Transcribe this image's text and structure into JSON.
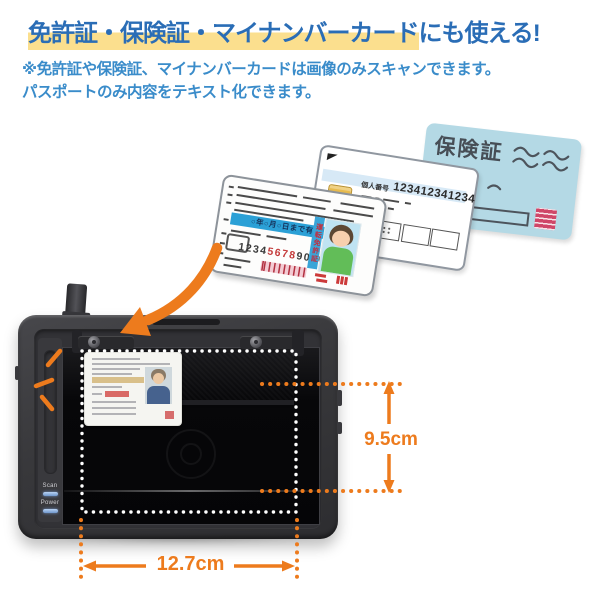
{
  "colors": {
    "accent_orange": "#ed7b1d",
    "headline_blue": "#2a6db6",
    "note_blue": "#3a8cca",
    "highlight_yellow": "#fbdf8e",
    "led_blue": "#8fb7e8",
    "insurance_card_blue": "#b4d9e5",
    "license_band_cyan": "#2ba0d6"
  },
  "header": {
    "headline_highlighted": "免許証・保険証・マイナンバーカード",
    "headline_suffix": "にも使える!",
    "note_line1": "※免許証や保険証、マイナンバーカードは画像のみスキャンできます。",
    "note_line2": "パスポートのみ内容をテキスト化できます。"
  },
  "cards": {
    "insurance": {
      "title": "保険証"
    },
    "mynumber": {
      "label": "個人番号",
      "number": "123412341234"
    },
    "license": {
      "band_text": "○年○月○日まで有効",
      "number_part1": "1234",
      "number_part2": "5678",
      "number_part3": "9000",
      "side_label": "運転免許証"
    }
  },
  "scanner": {
    "scan_label": "Scan",
    "power_label": "Power"
  },
  "dimensions": {
    "height_label": "9.5cm",
    "width_label": "12.7cm"
  }
}
